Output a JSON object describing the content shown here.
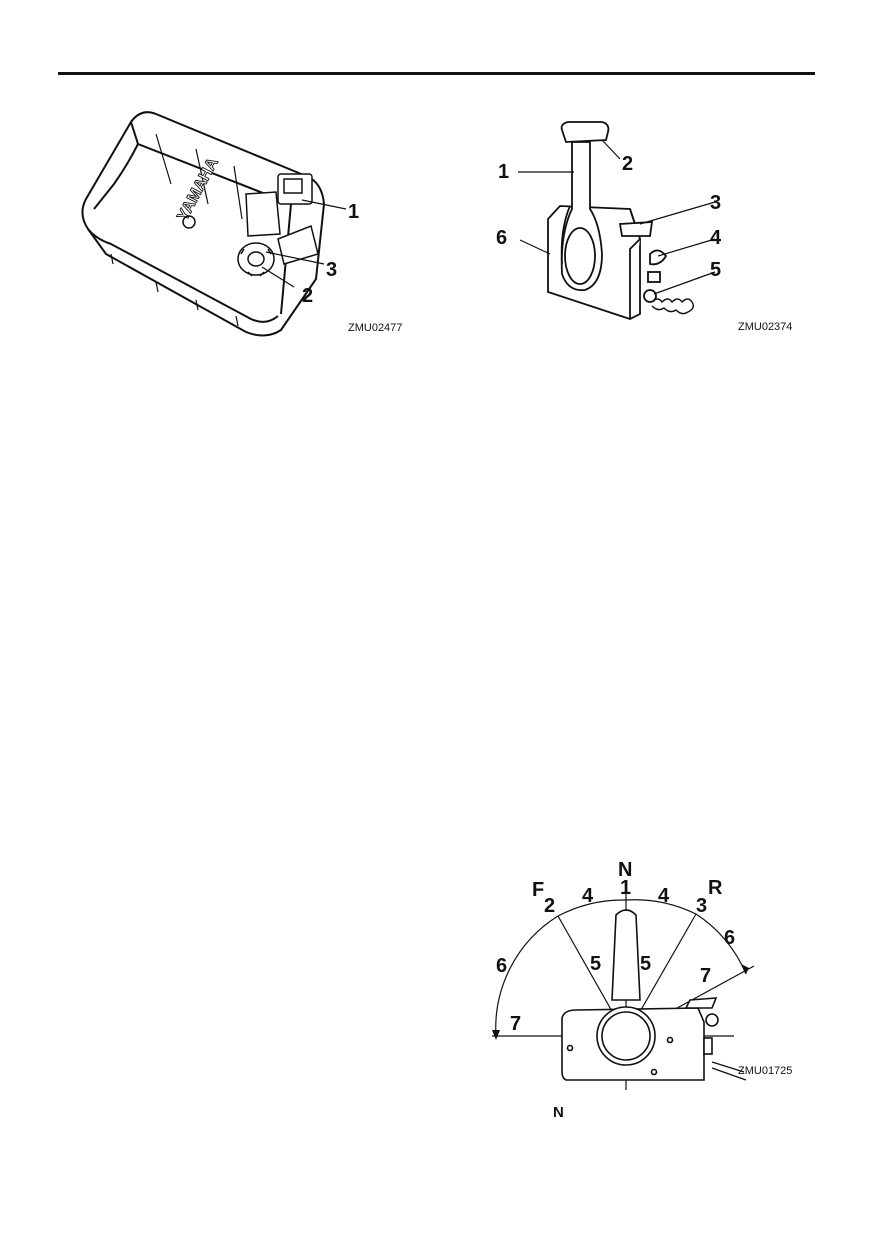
{
  "figures": {
    "fuel_tank": {
      "code": "ZMU02477",
      "brand": "YAMAHA",
      "callouts": [
        "1",
        "3",
        "2"
      ]
    },
    "remote_control": {
      "code": "ZMU02374",
      "callouts": [
        "1",
        "2",
        "3",
        "4",
        "5",
        "6"
      ]
    },
    "shift_diagram": {
      "code": "ZMU01725",
      "positions": {
        "neutral": "N",
        "forward": "F",
        "reverse": "R"
      },
      "callouts": [
        "1",
        "2",
        "3",
        "4",
        "4",
        "5",
        "5",
        "6",
        "6",
        "7",
        "7"
      ]
    }
  },
  "body_text": {
    "neutral_symbol": "N"
  }
}
